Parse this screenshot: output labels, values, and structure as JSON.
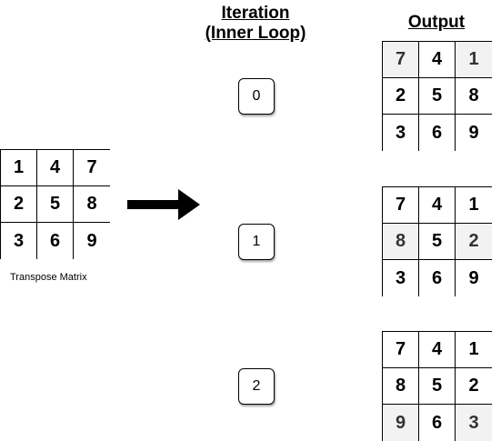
{
  "headings": {
    "iteration_line1": "Iteration ",
    "iteration_line2": "(Inner Loop)",
    "output": "Output"
  },
  "input_matrix": {
    "caption": "Transpose Matrix",
    "cells": [
      [
        "1",
        "4",
        "7"
      ],
      [
        "2",
        "5",
        "8"
      ],
      [
        "3",
        "6",
        "9"
      ]
    ]
  },
  "iterations": [
    {
      "index": "0",
      "output": [
        [
          "7",
          "4",
          "1"
        ],
        [
          "2",
          "5",
          "8"
        ],
        [
          "3",
          "6",
          "9"
        ]
      ],
      "highlight_row": 0
    },
    {
      "index": "1",
      "output": [
        [
          "7",
          "4",
          "1"
        ],
        [
          "8",
          "5",
          "2"
        ],
        [
          "3",
          "6",
          "9"
        ]
      ],
      "highlight_row": 1
    },
    {
      "index": "2",
      "output": [
        [
          "7",
          "4",
          "1"
        ],
        [
          "8",
          "5",
          "2"
        ],
        [
          "9",
          "6",
          "3"
        ]
      ],
      "highlight_row": 2
    }
  ],
  "colors": {
    "highlight_fill": "#f2f2f2",
    "highlight_text": "#333333",
    "arrow": "#000000"
  }
}
